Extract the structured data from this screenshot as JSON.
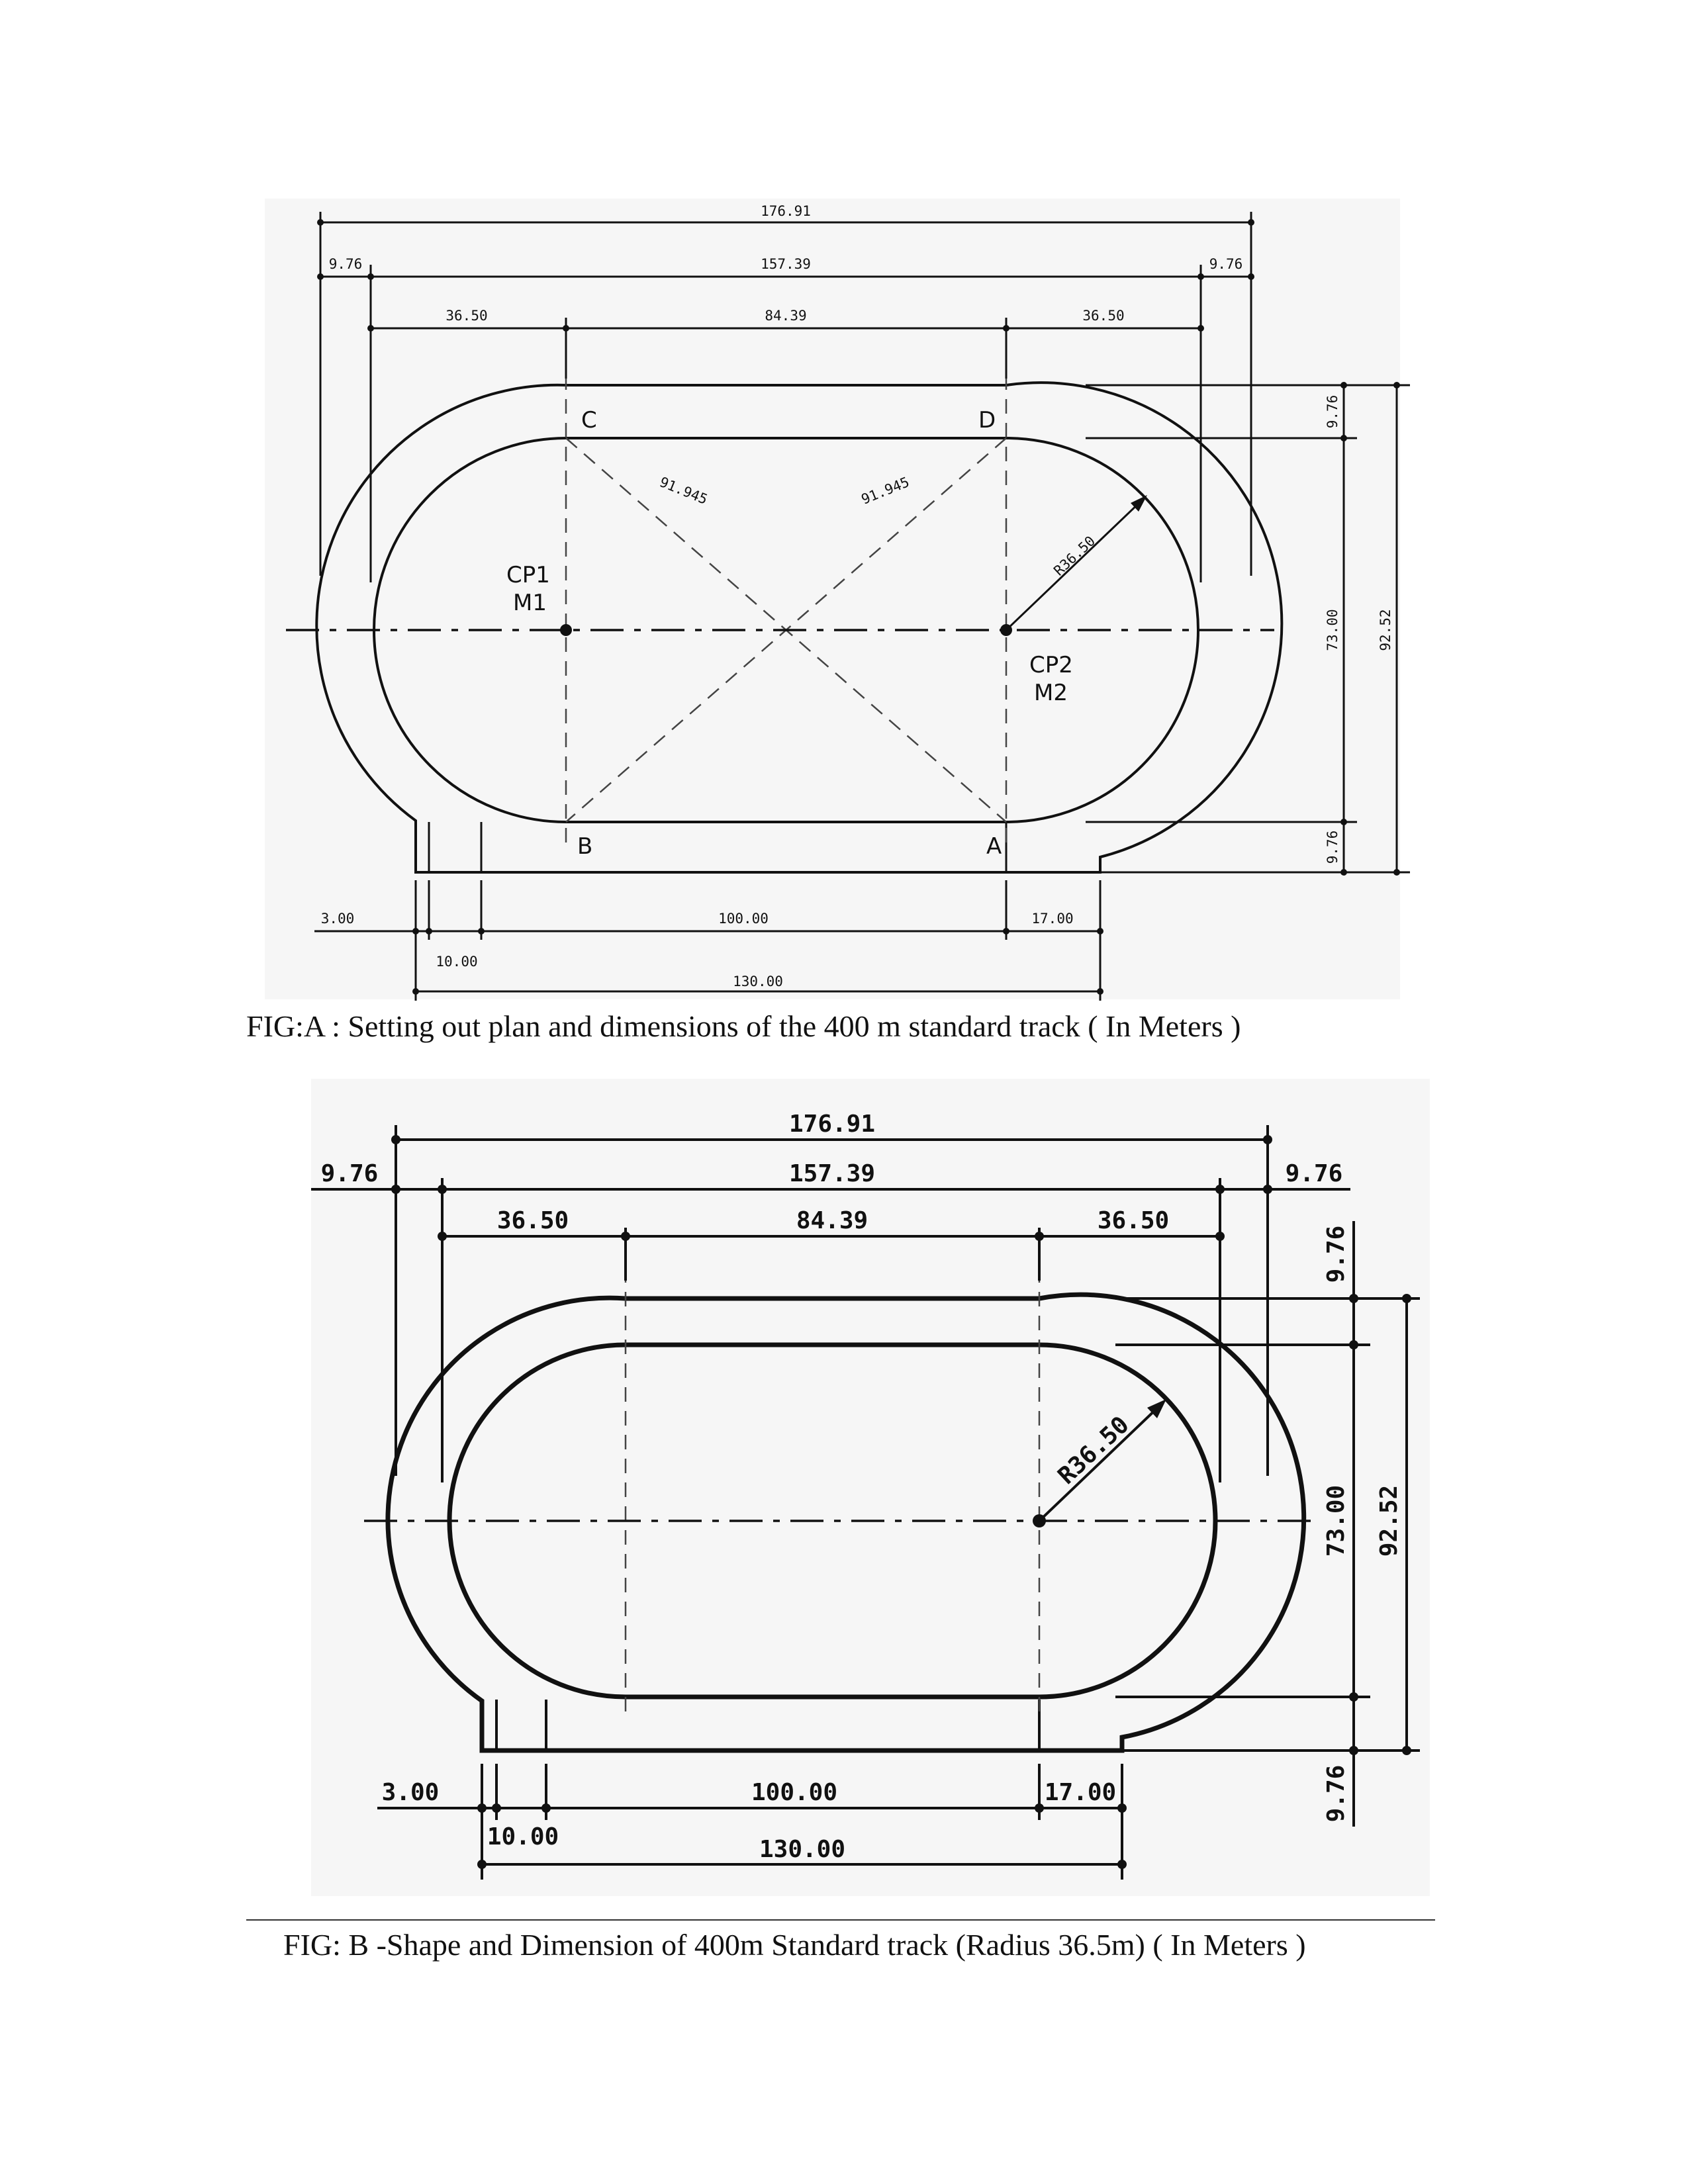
{
  "figA": {
    "caption": "FIG:A : Setting out plan and dimensions of the 400 m standard track ( In Meters )",
    "dims": {
      "overall_length": "176.91",
      "lane_width_left": "9.76",
      "inner_length": "157.39",
      "lane_width_right": "9.76",
      "radius_span_left": "36.50",
      "straight_length": "84.39",
      "radius_span_right": "36.50",
      "diagonal_1": "91.945",
      "diagonal_2": "91.945",
      "radius": "R36.50",
      "lane_width_top": "9.76",
      "inner_width": "73.00",
      "overall_width": "92.52",
      "lane_width_bottom": "9.76",
      "offset_start": "3.00",
      "start_zone": "10.00",
      "sprint_straight": "100.00",
      "run_out": "17.00",
      "sprint_total": "130.00"
    },
    "points": {
      "c": "C",
      "d": "D",
      "b": "B",
      "a": "A",
      "cp1": "CP1",
      "m1": "M1",
      "cp2": "CP2",
      "m2": "M2"
    }
  },
  "figB": {
    "caption": "FIG: B -Shape and Dimension of 400m Standard track (Radius 36.5m)  ( In Meters )",
    "dims": {
      "overall_length": "176.91",
      "lane_width_left": "9.76",
      "inner_length": "157.39",
      "lane_width_right": "9.76",
      "radius_span_left": "36.50",
      "straight_length": "84.39",
      "radius_span_right": "36.50",
      "radius": "R36.50",
      "lane_width_top": "9.76",
      "inner_width": "73.00",
      "overall_width": "92.52",
      "lane_width_bottom": "9.76",
      "offset_start": "3.00",
      "start_zone": "10.00",
      "sprint_straight": "100.00",
      "run_out": "17.00",
      "sprint_total": "130.00"
    }
  }
}
